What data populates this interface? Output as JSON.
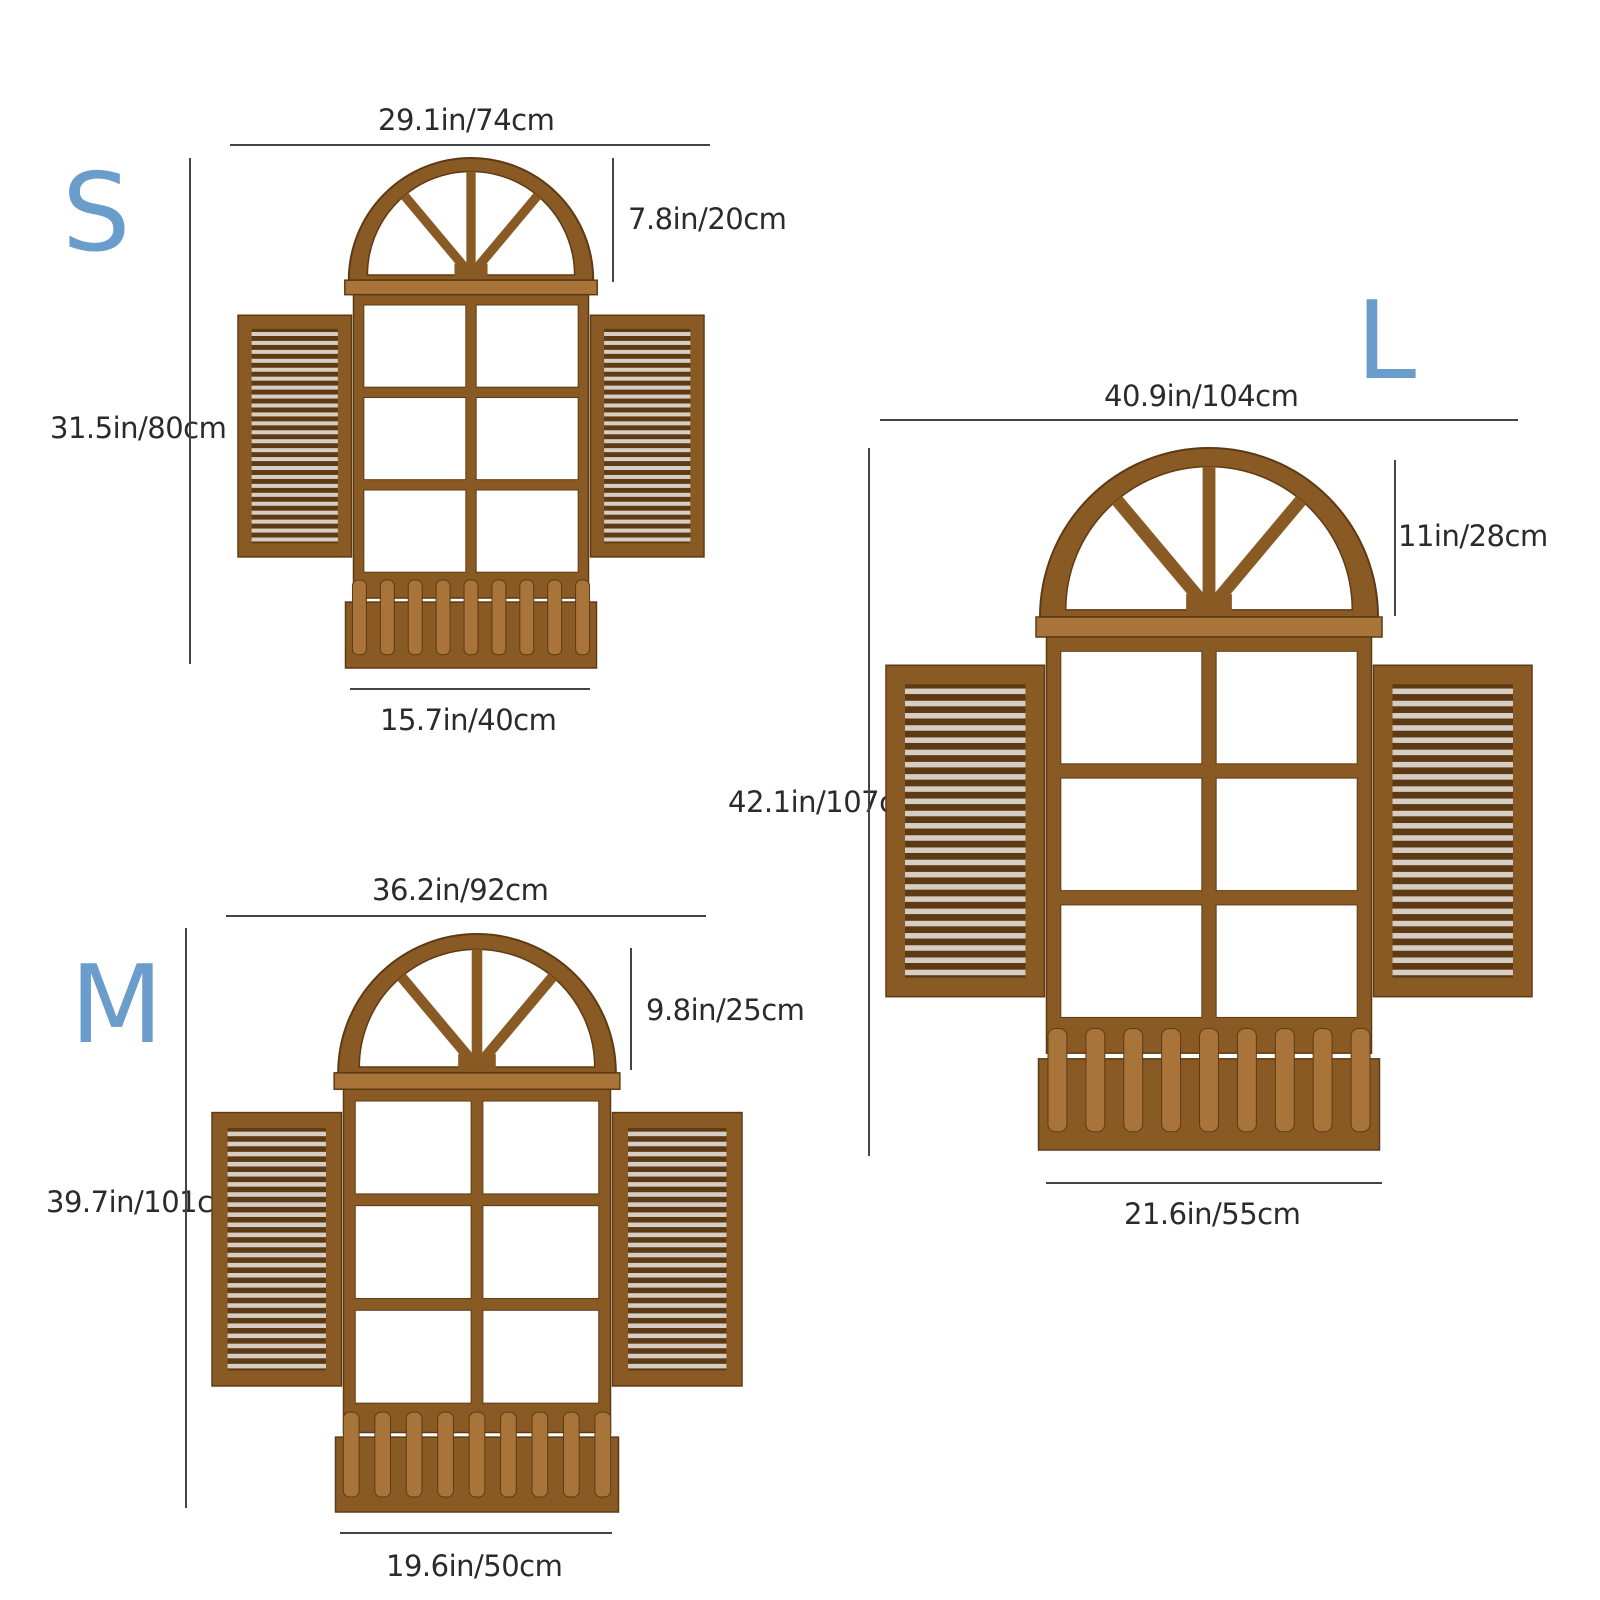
{
  "colors": {
    "size_label": "#6a9ccc",
    "wood": "#8a5a24",
    "wood_dark": "#5e3a14",
    "wood_light": "#a8743a",
    "text": "#2b2b2b"
  },
  "sizes": {
    "s": {
      "label": "S",
      "overall_width": "29.1in/74cm",
      "arch_height": "7.8in/20cm",
      "overall_height": "31.5in/80cm",
      "base_width": "15.7in/40cm"
    },
    "m": {
      "label": "M",
      "overall_width": "36.2in/92cm",
      "arch_height": "9.8in/25cm",
      "overall_height": "39.7in/101cm",
      "base_width": "19.6in/50cm"
    },
    "l": {
      "label": "L",
      "overall_width": "40.9in/104cm",
      "arch_height": "11in/28cm",
      "overall_height": "42.1in/107cm",
      "base_width": "21.6in/55cm"
    }
  }
}
